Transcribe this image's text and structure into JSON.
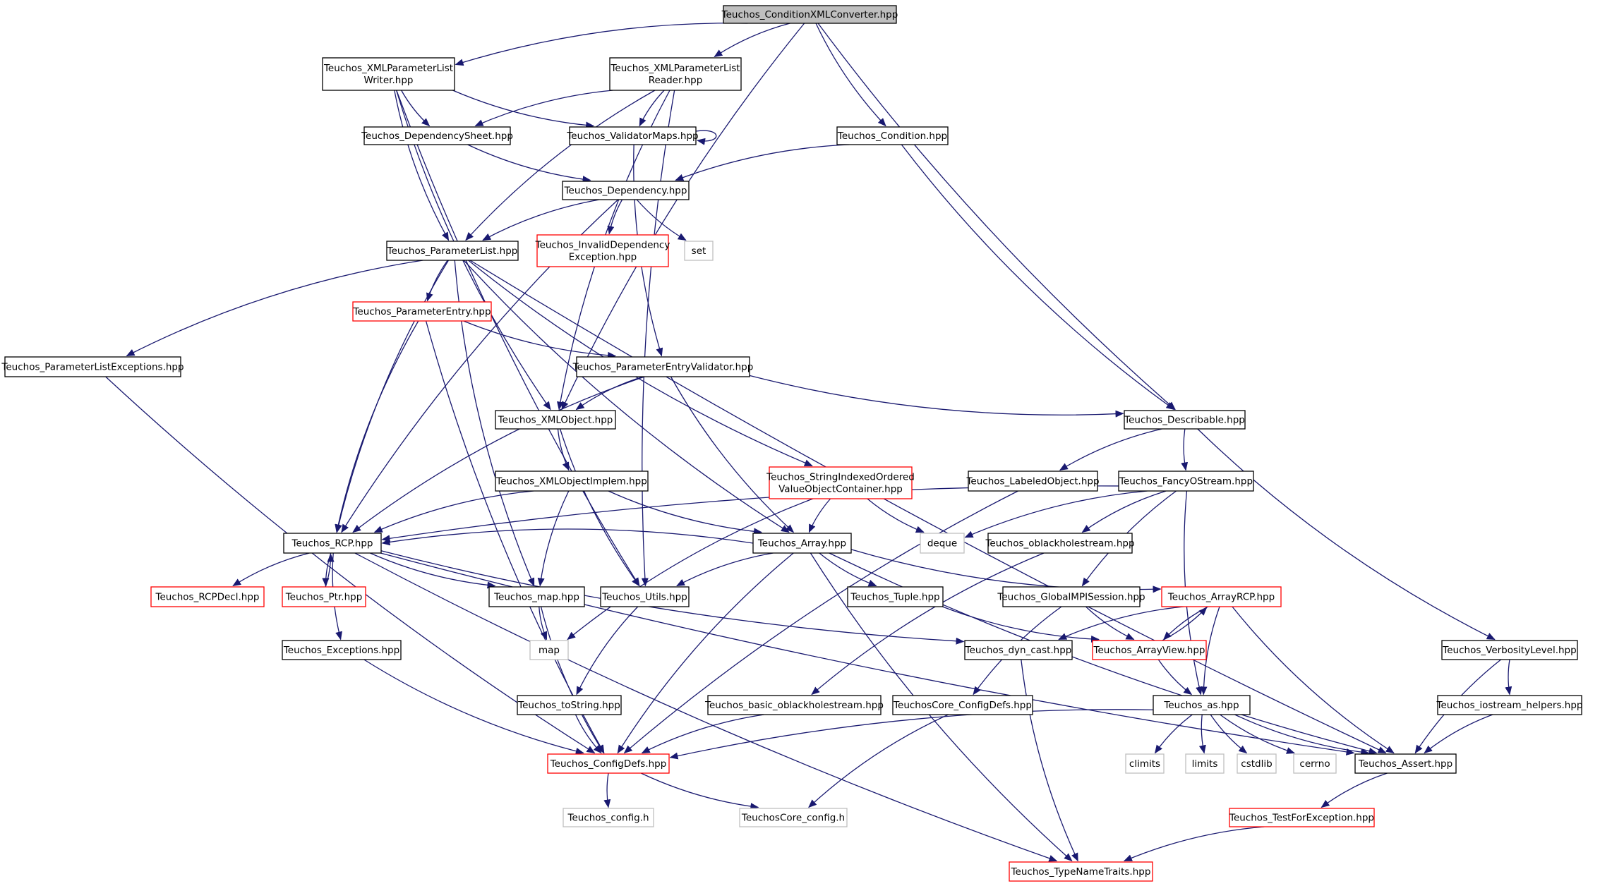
{
  "diagram": {
    "nodes": [
      {
        "id": "root",
        "lines": [
          "Teuchos_ConditionXMLConverter.hpp"
        ],
        "style": "root"
      },
      {
        "id": "xwriter",
        "lines": [
          "Teuchos_XMLParameterList",
          "Writer.hpp"
        ],
        "style": "black"
      },
      {
        "id": "xreader",
        "lines": [
          "Teuchos_XMLParameterList",
          "Reader.hpp"
        ],
        "style": "black"
      },
      {
        "id": "depsheet",
        "lines": [
          "Teuchos_DependencySheet.hpp"
        ],
        "style": "black"
      },
      {
        "id": "valmaps",
        "lines": [
          "Teuchos_ValidatorMaps.hpp"
        ],
        "style": "black"
      },
      {
        "id": "condition",
        "lines": [
          "Teuchos_Condition.hpp"
        ],
        "style": "black"
      },
      {
        "id": "dependency",
        "lines": [
          "Teuchos_Dependency.hpp"
        ],
        "style": "black"
      },
      {
        "id": "invdep",
        "lines": [
          "Teuchos_InvalidDependency",
          "Exception.hpp"
        ],
        "style": "red"
      },
      {
        "id": "set",
        "lines": [
          "set"
        ],
        "style": "gray"
      },
      {
        "id": "plist",
        "lines": [
          "Teuchos_ParameterList.hpp"
        ],
        "style": "black"
      },
      {
        "id": "pentry",
        "lines": [
          "Teuchos_ParameterEntry.hpp"
        ],
        "style": "red"
      },
      {
        "id": "plexc",
        "lines": [
          "Teuchos_ParameterListExceptions.hpp"
        ],
        "style": "black"
      },
      {
        "id": "pev",
        "lines": [
          "Teuchos_ParameterEntryValidator.hpp"
        ],
        "style": "black"
      },
      {
        "id": "xmlobj",
        "lines": [
          "Teuchos_XMLObject.hpp"
        ],
        "style": "black"
      },
      {
        "id": "describable",
        "lines": [
          "Teuchos_Describable.hpp"
        ],
        "style": "black"
      },
      {
        "id": "xmlobjimpl",
        "lines": [
          "Teuchos_XMLObjectImplem.hpp"
        ],
        "style": "black"
      },
      {
        "id": "sioc",
        "lines": [
          "Teuchos_StringIndexedOrdered",
          "ValueObjectContainer.hpp"
        ],
        "style": "red"
      },
      {
        "id": "labeled",
        "lines": [
          "Teuchos_LabeledObject.hpp"
        ],
        "style": "black"
      },
      {
        "id": "fancy",
        "lines": [
          "Teuchos_FancyOStream.hpp"
        ],
        "style": "black"
      },
      {
        "id": "rcp",
        "lines": [
          "Teuchos_RCP.hpp"
        ],
        "style": "black"
      },
      {
        "id": "array",
        "lines": [
          "Teuchos_Array.hpp"
        ],
        "style": "black"
      },
      {
        "id": "deque",
        "lines": [
          "deque"
        ],
        "style": "gray"
      },
      {
        "id": "oblack",
        "lines": [
          "Teuchos_oblackholestream.hpp"
        ],
        "style": "black"
      },
      {
        "id": "rcpdecl",
        "lines": [
          "Teuchos_RCPDecl.hpp"
        ],
        "style": "red"
      },
      {
        "id": "ptr",
        "lines": [
          "Teuchos_Ptr.hpp"
        ],
        "style": "red"
      },
      {
        "id": "map_hpp",
        "lines": [
          "Teuchos_map.hpp"
        ],
        "style": "black"
      },
      {
        "id": "utils",
        "lines": [
          "Teuchos_Utils.hpp"
        ],
        "style": "black"
      },
      {
        "id": "tuple",
        "lines": [
          "Teuchos_Tuple.hpp"
        ],
        "style": "black"
      },
      {
        "id": "gmpi",
        "lines": [
          "Teuchos_GlobalMPISession.hpp"
        ],
        "style": "black"
      },
      {
        "id": "arcp",
        "lines": [
          "Teuchos_ArrayRCP.hpp"
        ],
        "style": "red"
      },
      {
        "id": "map",
        "lines": [
          "map"
        ],
        "style": "gray"
      },
      {
        "id": "exceptions",
        "lines": [
          "Teuchos_Exceptions.hpp"
        ],
        "style": "black"
      },
      {
        "id": "dyncast",
        "lines": [
          "Teuchos_dyn_cast.hpp"
        ],
        "style": "black"
      },
      {
        "id": "aview",
        "lines": [
          "Teuchos_ArrayView.hpp"
        ],
        "style": "red"
      },
      {
        "id": "verb",
        "lines": [
          "Teuchos_VerbosityLevel.hpp"
        ],
        "style": "black"
      },
      {
        "id": "tostring",
        "lines": [
          "Teuchos_toString.hpp"
        ],
        "style": "black"
      },
      {
        "id": "basicob",
        "lines": [
          "Teuchos_basic_oblackholestream.hpp"
        ],
        "style": "black"
      },
      {
        "id": "corecfg",
        "lines": [
          "TeuchosCore_ConfigDefs.hpp"
        ],
        "style": "black"
      },
      {
        "id": "as",
        "lines": [
          "Teuchos_as.hpp"
        ],
        "style": "black"
      },
      {
        "id": "iohelp",
        "lines": [
          "Teuchos_iostream_helpers.hpp"
        ],
        "style": "black"
      },
      {
        "id": "cfgdefs",
        "lines": [
          "Teuchos_ConfigDefs.hpp"
        ],
        "style": "red"
      },
      {
        "id": "climits",
        "lines": [
          "climits"
        ],
        "style": "gray"
      },
      {
        "id": "limits",
        "lines": [
          "limits"
        ],
        "style": "gray"
      },
      {
        "id": "cstdlib",
        "lines": [
          "cstdlib"
        ],
        "style": "gray"
      },
      {
        "id": "cerrno",
        "lines": [
          "cerrno"
        ],
        "style": "gray"
      },
      {
        "id": "assert",
        "lines": [
          "Teuchos_Assert.hpp"
        ],
        "style": "black"
      },
      {
        "id": "tconfig",
        "lines": [
          "Teuchos_config.h"
        ],
        "style": "gray"
      },
      {
        "id": "tcoreconfig",
        "lines": [
          "TeuchosCore_config.h"
        ],
        "style": "gray"
      },
      {
        "id": "testexc",
        "lines": [
          "Teuchos_TestForException.hpp"
        ],
        "style": "red"
      },
      {
        "id": "typename",
        "lines": [
          "Teuchos_TypeNameTraits.hpp"
        ],
        "style": "red"
      }
    ],
    "edges": [
      [
        "root",
        "xwriter"
      ],
      [
        "root",
        "xreader"
      ],
      [
        "root",
        "condition"
      ],
      [
        "root",
        "describable"
      ],
      [
        "root",
        "xmlobj"
      ],
      [
        "xwriter",
        "depsheet"
      ],
      [
        "xwriter",
        "valmaps"
      ],
      [
        "xwriter",
        "plist"
      ],
      [
        "xwriter",
        "xmlobj"
      ],
      [
        "xwriter",
        "utils"
      ],
      [
        "xreader",
        "depsheet"
      ],
      [
        "xreader",
        "valmaps"
      ],
      [
        "xreader",
        "plist"
      ],
      [
        "xreader",
        "xmlobj"
      ],
      [
        "xreader",
        "utils"
      ],
      [
        "valmaps",
        "valmaps"
      ],
      [
        "valmaps",
        "pev"
      ],
      [
        "depsheet",
        "dependency"
      ],
      [
        "condition",
        "dependency"
      ],
      [
        "condition",
        "describable"
      ],
      [
        "dependency",
        "plist"
      ],
      [
        "dependency",
        "invdep"
      ],
      [
        "dependency",
        "set"
      ],
      [
        "dependency",
        "rcp"
      ],
      [
        "plist",
        "pentry"
      ],
      [
        "plist",
        "plexc"
      ],
      [
        "plist",
        "rcp"
      ],
      [
        "plist",
        "map_hpp"
      ],
      [
        "plist",
        "sioc"
      ],
      [
        "plist",
        "array"
      ],
      [
        "plist",
        "assert"
      ],
      [
        "pentry",
        "pev"
      ],
      [
        "pentry",
        "rcp"
      ],
      [
        "pentry",
        "cfgdefs"
      ],
      [
        "plexc",
        "cfgdefs"
      ],
      [
        "pev",
        "xmlobj"
      ],
      [
        "pev",
        "describable"
      ],
      [
        "pev",
        "rcp"
      ],
      [
        "pev",
        "array"
      ],
      [
        "xmlobj",
        "xmlobjimpl"
      ],
      [
        "xmlobj",
        "utils"
      ],
      [
        "xmlobjimpl",
        "rcp"
      ],
      [
        "xmlobjimpl",
        "map_hpp"
      ],
      [
        "xmlobjimpl",
        "array"
      ],
      [
        "describable",
        "labeled"
      ],
      [
        "describable",
        "fancy"
      ],
      [
        "describable",
        "verb"
      ],
      [
        "labeled",
        "cfgdefs"
      ],
      [
        "sioc",
        "array"
      ],
      [
        "sioc",
        "deque"
      ],
      [
        "sioc",
        "map"
      ],
      [
        "fancy",
        "rcp"
      ],
      [
        "fancy",
        "deque"
      ],
      [
        "fancy",
        "oblack"
      ],
      [
        "fancy",
        "gmpi"
      ],
      [
        "fancy",
        "as"
      ],
      [
        "rcp",
        "rcpdecl"
      ],
      [
        "rcp",
        "ptr"
      ],
      [
        "rcp",
        "map_hpp"
      ],
      [
        "rcp",
        "exceptions"
      ],
      [
        "rcp",
        "dyncast"
      ],
      [
        "rcp",
        "typename"
      ],
      [
        "rcp",
        "assert"
      ],
      [
        "ptr",
        "rcp"
      ],
      [
        "array",
        "utils"
      ],
      [
        "array",
        "tuple"
      ],
      [
        "array",
        "arcp"
      ],
      [
        "array",
        "cfgdefs"
      ],
      [
        "array",
        "typename"
      ],
      [
        "array",
        "rcp"
      ],
      [
        "array",
        "assert"
      ],
      [
        "oblack",
        "basicob"
      ],
      [
        "map_hpp",
        "map"
      ],
      [
        "map_hpp",
        "cfgdefs"
      ],
      [
        "utils",
        "tostring"
      ],
      [
        "tuple",
        "aview"
      ],
      [
        "gmpi",
        "aview"
      ],
      [
        "gmpi",
        "corecfg"
      ],
      [
        "arcp",
        "aview"
      ],
      [
        "arcp",
        "as"
      ],
      [
        "arcp",
        "dyncast"
      ],
      [
        "arcp",
        "assert"
      ],
      [
        "aview",
        "arcp"
      ],
      [
        "aview",
        "as"
      ],
      [
        "exceptions",
        "cfgdefs"
      ],
      [
        "dyncast",
        "typename"
      ],
      [
        "verb",
        "iohelp"
      ],
      [
        "verb",
        "assert"
      ],
      [
        "tostring",
        "cfgdefs"
      ],
      [
        "basicob",
        "cfgdefs"
      ],
      [
        "corecfg",
        "tcoreconfig"
      ],
      [
        "as",
        "cfgdefs"
      ],
      [
        "as",
        "climits"
      ],
      [
        "as",
        "limits"
      ],
      [
        "as",
        "cstdlib"
      ],
      [
        "as",
        "cerrno"
      ],
      [
        "as",
        "assert"
      ],
      [
        "iohelp",
        "assert"
      ],
      [
        "cfgdefs",
        "tconfig"
      ],
      [
        "cfgdefs",
        "tcoreconfig"
      ],
      [
        "assert",
        "testexc"
      ],
      [
        "testexc",
        "typename"
      ]
    ]
  },
  "colors": {
    "edge": "#191970",
    "black_border": "#000000",
    "red_border": "#ff0000",
    "gray_border": "#bfbfbf",
    "root_fill": "#bfbfbf",
    "node_fill": "#ffffff"
  }
}
